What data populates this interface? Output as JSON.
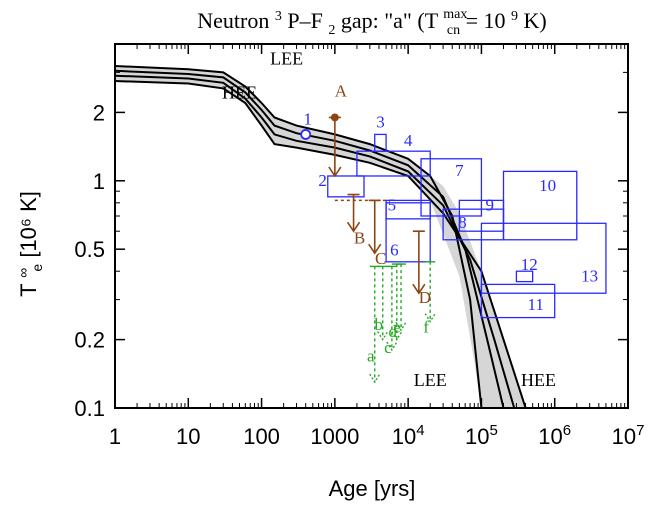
{
  "chart_data": {
    "type": "line",
    "title": {
      "main": "Neutron",
      "sup_3": "3",
      "part_a": "P–F",
      "sub_2": "2",
      "part_b": " gap: \"a\"   (T",
      "sup_max": "max",
      "sub_cn": "cn",
      "part_c": " = 10",
      "sup_9": "9",
      "part_d": "K)"
    },
    "xlabel": "Age [yrs]",
    "ylabel": {
      "t": "T",
      "sup": "∞",
      "sub": "e",
      "units": " [10⁶ K]"
    },
    "x_scale": "log",
    "y_scale": "log",
    "xlim": [
      1,
      10000000
    ],
    "ylim": [
      0.1,
      4.0
    ],
    "x_ticks": [
      {
        "value": 1,
        "label": "1"
      },
      {
        "value": 10,
        "label": "10"
      },
      {
        "value": 100,
        "label": "100"
      },
      {
        "value": 1000,
        "label": "1000"
      },
      {
        "value": 10000,
        "label": "10",
        "sup": "4"
      },
      {
        "value": 100000,
        "label": "10",
        "sup": "5"
      },
      {
        "value": 1000000,
        "label": "10",
        "sup": "6"
      },
      {
        "value": 10000000,
        "label": "10",
        "sup": "7"
      }
    ],
    "y_ticks": [
      {
        "value": 0.1,
        "label": "0.1"
      },
      {
        "value": 0.2,
        "label": "0.2"
      },
      {
        "value": 0.5,
        "label": "0.5"
      },
      {
        "value": 1,
        "label": "1"
      },
      {
        "value": 2,
        "label": "2"
      }
    ],
    "band": {
      "color": "#d6d6d6",
      "upper": [
        [
          1,
          3.2
        ],
        [
          10,
          3.1
        ],
        [
          30,
          3.0
        ],
        [
          60,
          2.6
        ],
        [
          100,
          2.2
        ],
        [
          150,
          1.9
        ],
        [
          300,
          1.75
        ],
        [
          1000,
          1.6
        ],
        [
          3000,
          1.45
        ],
        [
          10000,
          1.25
        ],
        [
          30000,
          0.95
        ],
        [
          50000,
          0.72
        ],
        [
          100000,
          0.4
        ],
        [
          200000,
          0.2
        ],
        [
          400000,
          0.1
        ]
      ],
      "lower": [
        [
          1,
          2.75
        ],
        [
          10,
          2.68
        ],
        [
          30,
          2.55
        ],
        [
          60,
          2.2
        ],
        [
          100,
          1.75
        ],
        [
          150,
          1.45
        ],
        [
          300,
          1.4
        ],
        [
          1000,
          1.3
        ],
        [
          3000,
          1.2
        ],
        [
          10000,
          1.05
        ],
        [
          20000,
          0.82
        ],
        [
          50000,
          0.38
        ],
        [
          80000,
          0.16
        ],
        [
          100000,
          0.1
        ]
      ]
    },
    "curves": [
      {
        "name": "LEE",
        "label_x": 220,
        "label_y": 3.25,
        "points": [
          [
            1,
            3.2
          ],
          [
            10,
            3.1
          ],
          [
            30,
            3.0
          ],
          [
            60,
            2.6
          ],
          [
            100,
            2.2
          ],
          [
            150,
            1.9
          ],
          [
            300,
            1.75
          ],
          [
            1000,
            1.6
          ],
          [
            3000,
            1.45
          ],
          [
            10000,
            1.25
          ],
          [
            20000,
            1.05
          ],
          [
            40000,
            0.7
          ],
          [
            70000,
            0.3
          ],
          [
            100000,
            0.1
          ]
        ]
      },
      {
        "name": "",
        "points": [
          [
            1,
            3.05
          ],
          [
            10,
            2.95
          ],
          [
            30,
            2.85
          ],
          [
            60,
            2.45
          ],
          [
            100,
            2.05
          ],
          [
            150,
            1.75
          ],
          [
            300,
            1.62
          ],
          [
            1000,
            1.5
          ],
          [
            3000,
            1.36
          ],
          [
            10000,
            1.17
          ],
          [
            30000,
            0.85
          ],
          [
            60000,
            0.5
          ],
          [
            120000,
            0.2
          ],
          [
            200000,
            0.1
          ]
        ]
      },
      {
        "name": "",
        "points": [
          [
            1,
            2.9
          ],
          [
            10,
            2.82
          ],
          [
            30,
            2.7
          ],
          [
            60,
            2.3
          ],
          [
            100,
            1.9
          ],
          [
            150,
            1.6
          ],
          [
            300,
            1.5
          ],
          [
            1000,
            1.4
          ],
          [
            3000,
            1.28
          ],
          [
            10000,
            1.1
          ],
          [
            30000,
            0.78
          ],
          [
            70000,
            0.45
          ],
          [
            150000,
            0.2
          ],
          [
            280000,
            0.1
          ]
        ]
      },
      {
        "name": "HEE",
        "label_x": 50,
        "label_y": 2.3,
        "points": [
          [
            1,
            2.75
          ],
          [
            10,
            2.68
          ],
          [
            30,
            2.55
          ],
          [
            60,
            2.2
          ],
          [
            100,
            1.75
          ],
          [
            150,
            1.45
          ],
          [
            300,
            1.4
          ],
          [
            1000,
            1.3
          ],
          [
            3000,
            1.2
          ],
          [
            10000,
            1.05
          ],
          [
            30000,
            0.72
          ],
          [
            100000,
            0.4
          ],
          [
            200000,
            0.2
          ],
          [
            400000,
            0.1
          ]
        ]
      }
    ],
    "end_labels": [
      {
        "text": "LEE",
        "x": 20000,
        "y": 0.125
      },
      {
        "text": "HEE",
        "x": 600000,
        "y": 0.125
      }
    ],
    "boxes": [
      {
        "label": "2",
        "x": [
          800,
          2500
        ],
        "y": [
          0.85,
          1.05
        ]
      },
      {
        "label": "3",
        "x": [
          3500,
          5000
        ],
        "y": [
          1.35,
          1.6
        ]
      },
      {
        "label": "4",
        "x": [
          2000,
          20000
        ],
        "y": [
          1.05,
          1.35
        ]
      },
      {
        "label": "5",
        "x": [
          5000,
          20000
        ],
        "y": [
          0.68,
          0.82
        ]
      },
      {
        "label": "6",
        "x": [
          5000,
          20000
        ],
        "y": [
          0.44,
          0.8
        ]
      },
      {
        "label": "7",
        "x": [
          15000,
          100000
        ],
        "y": [
          0.7,
          1.25
        ]
      },
      {
        "label": "8",
        "x": [
          30000,
          200000
        ],
        "y": [
          0.55,
          0.75
        ]
      },
      {
        "label": "9",
        "x": [
          50000,
          200000
        ],
        "y": [
          0.6,
          0.82
        ]
      },
      {
        "label": "10",
        "x": [
          200000,
          2000000
        ],
        "y": [
          0.55,
          1.1
        ]
      },
      {
        "label": "11",
        "x": [
          100000,
          1000000
        ],
        "y": [
          0.25,
          0.35
        ]
      },
      {
        "label": "12",
        "x": [
          300000,
          500000
        ],
        "y": [
          0.36,
          0.4
        ]
      },
      {
        "label": "13",
        "x": [
          100000,
          5000000
        ],
        "y": [
          0.32,
          0.65
        ]
      }
    ],
    "circle_point": {
      "label": "1",
      "x": 400,
      "y": 1.6
    },
    "upper_limits": [
      {
        "label": "A",
        "x": 1000,
        "y_from": 1.9,
        "y_to": 1.05,
        "label_y": 2.35
      },
      {
        "label": "B",
        "x": 1800,
        "y_from": 0.87,
        "y_to": 0.6,
        "label_y": 0.53
      },
      {
        "label": "C",
        "x": 3500,
        "y_from": 0.82,
        "y_to": 0.48,
        "label_y": 0.43
      },
      {
        "label": "D",
        "x": 14000,
        "y_from": 0.6,
        "y_to": 0.32,
        "label_y": 0.29
      }
    ],
    "dashed_limit_line": {
      "x": [
        1000,
        5000
      ],
      "y": 0.82
    },
    "dashed_limits": [
      {
        "label": "a",
        "x": 3500,
        "y_from": 0.42,
        "y_to": 0.13,
        "label_y": 0.16
      },
      {
        "label": "b",
        "x": 4500,
        "y_from": 0.42,
        "y_to": 0.2,
        "label_y": 0.22
      },
      {
        "label": "c",
        "x": 6000,
        "y_from": 0.42,
        "y_to": 0.18,
        "label_y": 0.175
      },
      {
        "label": "d",
        "x": 7000,
        "y_from": 0.43,
        "y_to": 0.2,
        "label_y": 0.205
      },
      {
        "label": "e",
        "x": 8000,
        "y_from": 0.43,
        "y_to": 0.22,
        "label_y": 0.215
      },
      {
        "label": "f",
        "x": 20000,
        "y_from": 0.44,
        "y_to": 0.24,
        "label_y": 0.215
      }
    ],
    "colors": {
      "axis": "#000000",
      "boxes": "#2a2aff",
      "limits_solid": "#8b4513",
      "limits_dashed": "#22aa22",
      "band": "#d6d6d6"
    }
  }
}
